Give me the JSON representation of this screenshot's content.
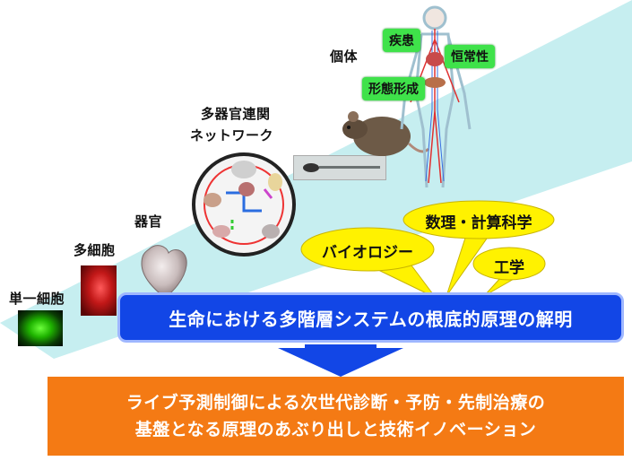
{
  "levels": {
    "single_cell": "単一細胞",
    "multicell": "多細胞",
    "organ": "器官",
    "network_line1": "多器官連関",
    "network_line2": "ネットワーク",
    "individual": "個体"
  },
  "tags": {
    "disease": "疾患",
    "homeostasis": "恒常性",
    "morphogenesis": "形態形成"
  },
  "fields": {
    "biology": "バイオロジー",
    "math": "数理・計算科学",
    "engineering": "工学"
  },
  "main_goal": "生命における多階層システムの根底的原理の解明",
  "outcome": {
    "line1": "ライブ予測制御による次世代診断・予防・先制治療の",
    "line2": "基盤となる原理のあぶり出しと技術イノベーション"
  },
  "colors": {
    "beam": "#c6eef0",
    "tag_green": "#3fe24a",
    "bubble_yellow": "#fff200",
    "blue_box": "#1246e6",
    "orange_box": "#f47a14"
  }
}
